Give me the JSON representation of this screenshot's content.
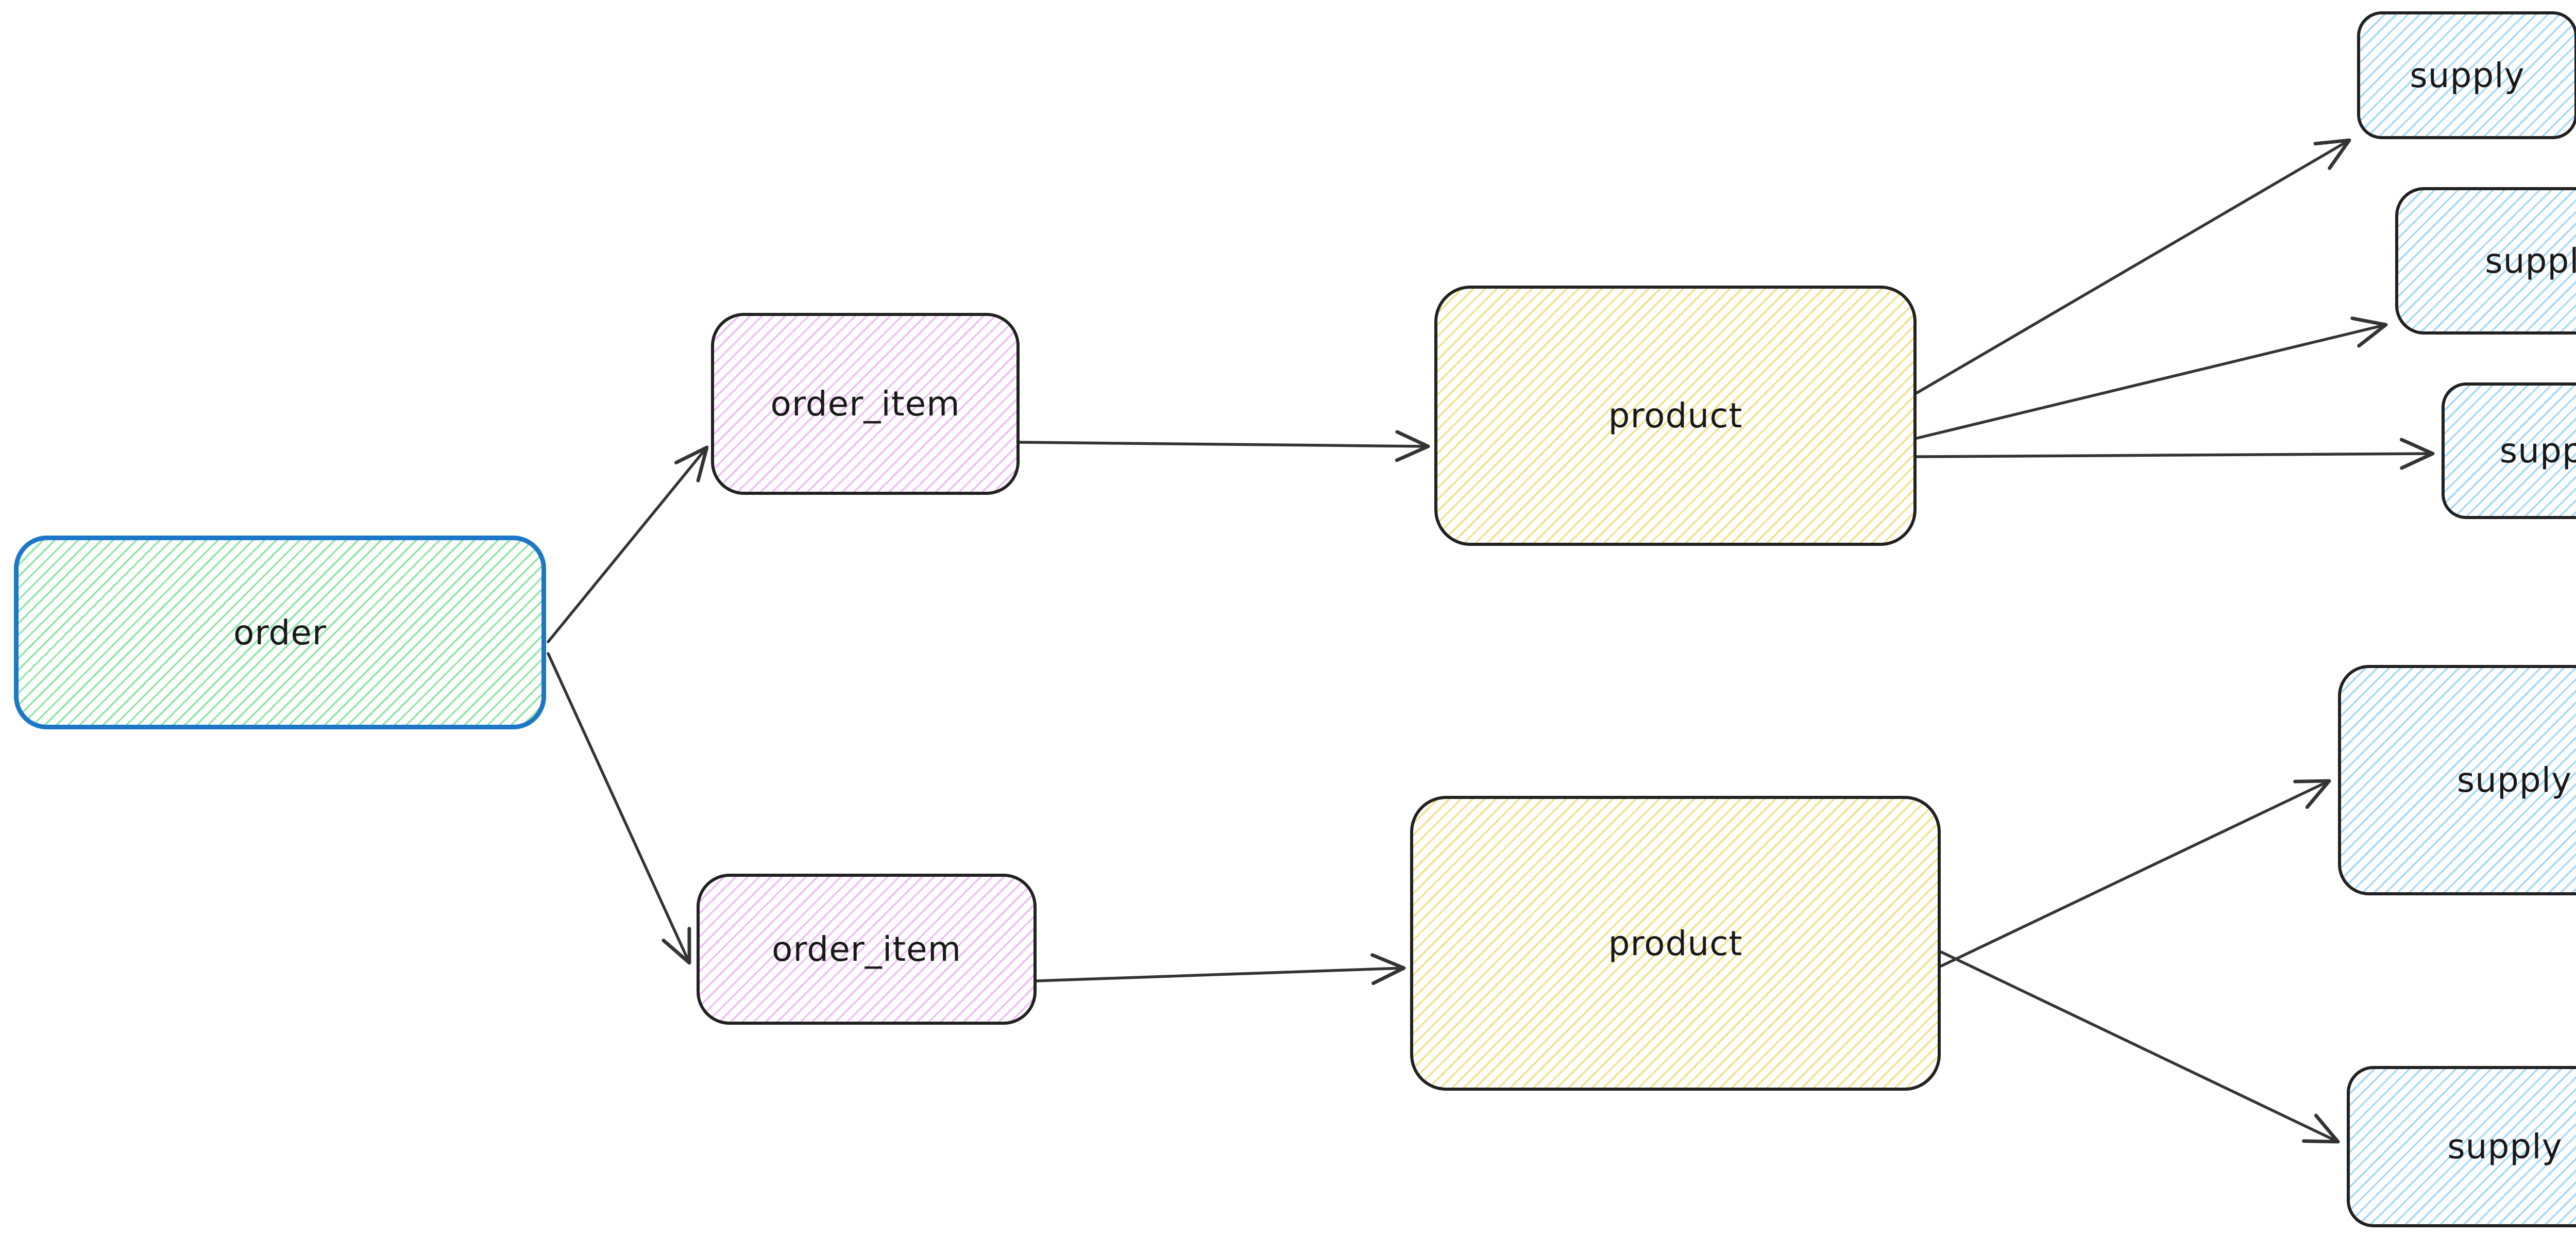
{
  "palette": {
    "canvas_bg": "#ffffff",
    "order_border": "#1c77c9",
    "order_hatch": "#90e5a3",
    "order_item_hatch": "#f0bcf6",
    "product_hatch": "#f2e089",
    "supply_hatch": "#a5d8f8",
    "shape_border": "#212121",
    "edge_color": "#343434",
    "text_color": "#191919"
  },
  "diagram": {
    "nodes": [
      {
        "id": "order",
        "label": "order",
        "kind": "order"
      },
      {
        "id": "order_item_top",
        "label": "order_item",
        "kind": "order_item"
      },
      {
        "id": "order_item_bottom",
        "label": "order_item",
        "kind": "order_item"
      },
      {
        "id": "product_top",
        "label": "product",
        "kind": "product"
      },
      {
        "id": "product_bottom",
        "label": "product",
        "kind": "product"
      },
      {
        "id": "supply_top_1",
        "label": "supply",
        "kind": "supply"
      },
      {
        "id": "supply_top_2",
        "label": "supply",
        "kind": "supply"
      },
      {
        "id": "supply_top_3",
        "label": "supply",
        "kind": "supply"
      },
      {
        "id": "supply_bottom_1",
        "label": "supply",
        "kind": "supply"
      },
      {
        "id": "supply_bottom_2",
        "label": "supply",
        "kind": "supply"
      }
    ],
    "edges": [
      {
        "from": "order",
        "to": "order_item_top"
      },
      {
        "from": "order",
        "to": "order_item_bottom"
      },
      {
        "from": "order_item_top",
        "to": "product_top"
      },
      {
        "from": "order_item_bottom",
        "to": "product_bottom"
      },
      {
        "from": "product_top",
        "to": "supply_top_1"
      },
      {
        "from": "product_top",
        "to": "supply_top_2"
      },
      {
        "from": "product_top",
        "to": "supply_top_3"
      },
      {
        "from": "product_bottom",
        "to": "supply_bottom_1"
      },
      {
        "from": "product_bottom",
        "to": "supply_bottom_2"
      }
    ]
  }
}
